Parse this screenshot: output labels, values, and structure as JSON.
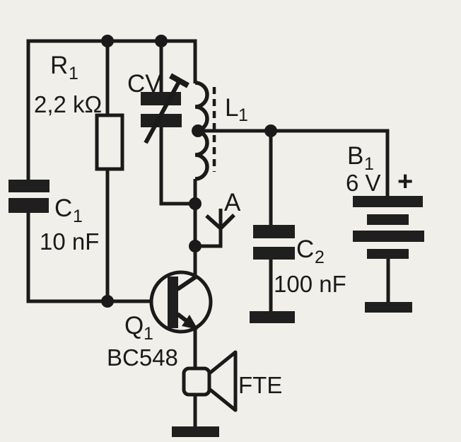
{
  "diagram": {
    "type": "circuit-schematic",
    "description": "Scanned schematic of a one-transistor oscillator/transmitter with tuned LC circuit, antenna and earphone",
    "colors": {
      "ink": "#1a1a1a",
      "paper": "#f1efea"
    },
    "labels": {
      "r1": {
        "ref": "R",
        "sub": "1",
        "value": "2,2 kΩ"
      },
      "c1": {
        "ref": "C",
        "sub": "1",
        "value": "10 nF"
      },
      "cv": {
        "ref": "CV"
      },
      "l1": {
        "ref": "L",
        "sub": "1"
      },
      "antenna": {
        "ref": "A"
      },
      "q1": {
        "ref": "Q",
        "sub": "1",
        "part": "BC548"
      },
      "c2": {
        "ref": "C",
        "sub": "2",
        "value": "100 nF"
      },
      "b1": {
        "ref": "B",
        "sub": "1",
        "value": "6 V",
        "polarity": "+"
      },
      "speaker": {
        "ref": "FTE"
      }
    }
  }
}
